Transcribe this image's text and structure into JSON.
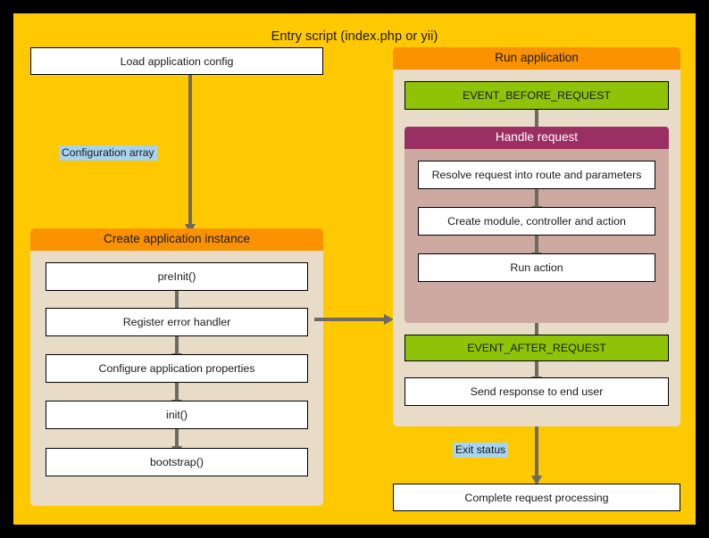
{
  "diagram": {
    "title": "Entry script (index.php or yii)",
    "colors": {
      "entry_panel": "#fec900",
      "group_header_orange": "#fa9200",
      "group_body_beige": "#e8dcc8",
      "group_header_purple": "#9a2f63",
      "group_body_pink": "#cda9a2",
      "event_green": "#8ec307",
      "edge_label_blue": "#a8d3f0",
      "arrow_gray": "#6e6a60",
      "box_white": "#ffffff",
      "background_black": "#000000"
    }
  },
  "nodes": {
    "load_config": "Load application config",
    "complete": "Complete request processing"
  },
  "edge_labels": {
    "configuration_array": "Configuration array",
    "exit_status": "Exit status"
  },
  "create_app_group": {
    "header": "Create application instance",
    "steps": [
      "preInit()",
      "Register error handler",
      "Configure application properties",
      "init()",
      "bootstrap()"
    ]
  },
  "run_app_group": {
    "header": "Run application",
    "before_event": "EVENT_BEFORE_REQUEST",
    "after_event": "EVENT_AFTER_REQUEST",
    "send_response": "Send response to end user",
    "handle_request_group": {
      "header": "Handle request",
      "steps": [
        "Resolve request into route and parameters",
        "Create module, controller and action",
        "Run action"
      ]
    }
  }
}
